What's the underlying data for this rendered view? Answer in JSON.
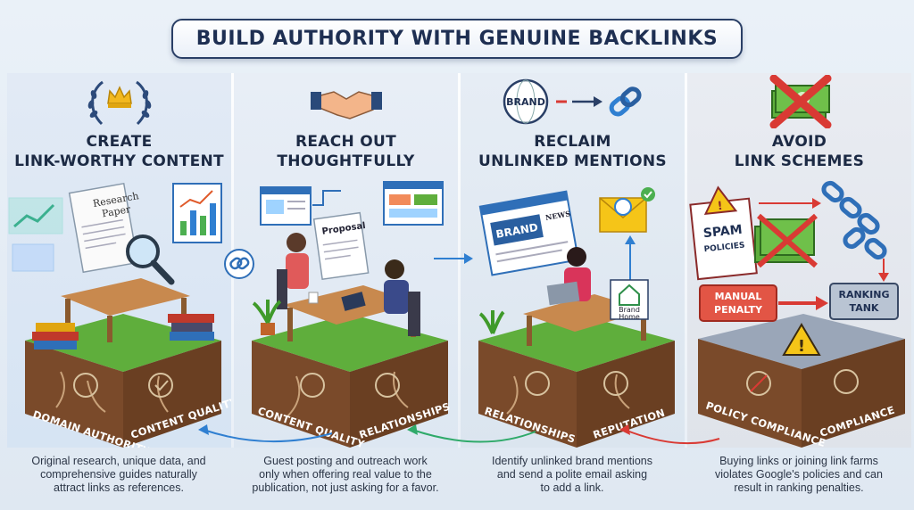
{
  "title": "BUILD AUTHORITY WITH GENUINE BACKLINKS",
  "panels": [
    {
      "heading_line1": "CREATE",
      "heading_line2": "LINK-WORTHY CONTENT",
      "paper_label_line1": "Research",
      "paper_label_line2": "Paper",
      "soil_left": "DOMAIN AUTHORITY",
      "soil_right": "CONTENT QUALITY",
      "description_line1": "Original research, unique data, and",
      "description_line2": "comprehensive guides naturally",
      "description_line3": "attract links as references."
    },
    {
      "heading_line1": "REACH OUT",
      "heading_line2": "THOUGHTFULLY",
      "proposal_label": "Proposal",
      "soil_left": "CONTENT QUALITY",
      "soil_right": "RELATIONSHIPS",
      "description_line1": "Guest posting and outreach work",
      "description_line2": "only when offering real value to the",
      "description_line3": "publication, not just asking for a favor."
    },
    {
      "heading_line1": "RECLAIM",
      "heading_line2": "UNLINKED MENTIONS",
      "brand_badge": "BRAND",
      "brand_screen": "BRAND",
      "news_label": "NEWS",
      "home_label_line1": "Brand",
      "home_label_line2": "Home",
      "soil_left": "RELATIONSHIPS",
      "soil_right": "REPUTATION",
      "description_line1": "Identify unlinked brand mentions",
      "description_line2": "and send a polite email asking",
      "description_line3": "to add a link."
    },
    {
      "heading_line1": "AVOID",
      "heading_line2": "LINK SCHEMES",
      "spam_line1": "SPAM",
      "spam_line2": "POLICIES",
      "penalty_line1": "MANUAL",
      "penalty_line2": "PENALTY",
      "ranking_line1": "RANKING",
      "ranking_line2": "TANK",
      "soil_left": "POLICY COMPLIANCE",
      "soil_right": "COMPLIANCE",
      "description_line1": "Buying links or joining link farms",
      "description_line2": "violates Google's policies and can",
      "description_line3": "result in ranking penalties."
    }
  ],
  "colors": {
    "title_border": "#2a3f66",
    "grass": "#5fae3c",
    "soil": "#7a4a2a",
    "accent_blue": "#2f7fd1",
    "danger_red": "#d93a34",
    "warning_yellow": "#f5c518"
  }
}
